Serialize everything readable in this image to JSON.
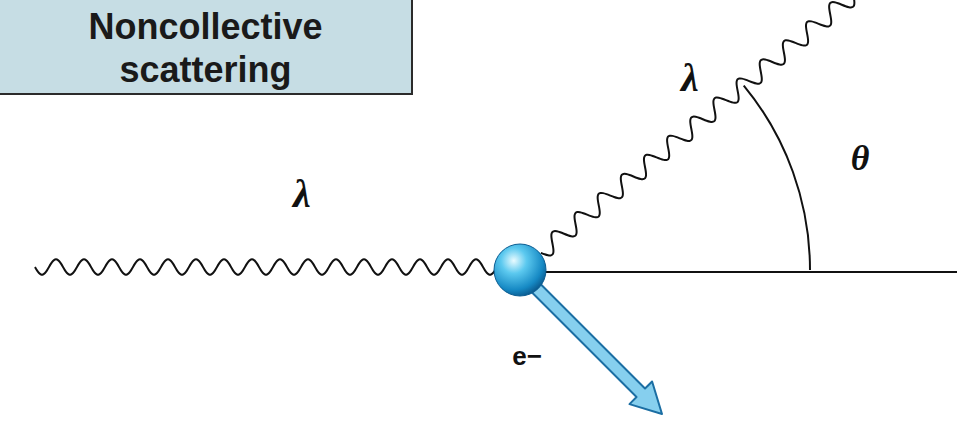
{
  "diagram": {
    "nodes": [
      {
        "text": [
          "Noncollective scattering"
        ]
      }
    ],
    "labels": [
      "λ",
      "θ",
      "λ",
      "e−"
    ]
  }
}
